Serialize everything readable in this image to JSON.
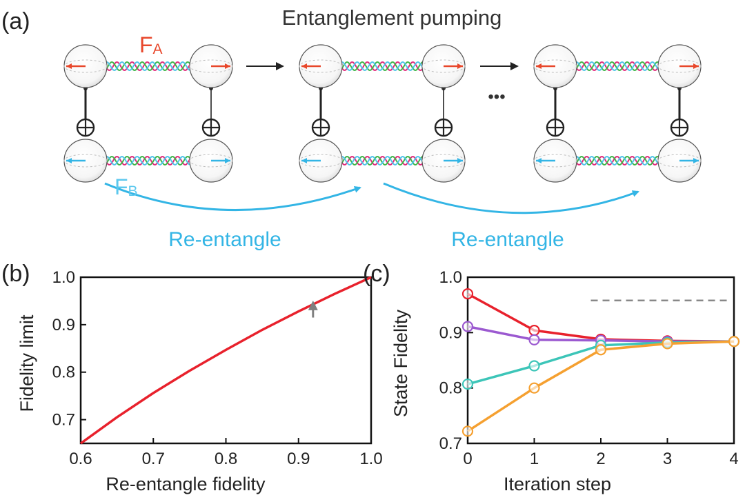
{
  "panel_a": {
    "label": "(a)",
    "title": "Entanglement pumping",
    "fa_main": "F",
    "fa_sub": "A",
    "fb_main": "F",
    "fb_sub": "B",
    "ellipsis": "•••",
    "reentangle": [
      "Re-entangle",
      "Re-entangle"
    ],
    "colors": {
      "red": "#e8472b",
      "blue": "#33b5e5",
      "helix": [
        "#e0287a",
        "#3fb548",
        "#4fc3e8"
      ]
    }
  },
  "chart_data": [
    {
      "panel": "(b)",
      "type": "line",
      "xlabel": "Re-entangle fidelity",
      "ylabel": "Fidelity limit",
      "xlim": [
        0.6,
        1.0
      ],
      "ylim": [
        0.65,
        1.0
      ],
      "xticks": [
        "0.6",
        "0.7",
        "0.8",
        "0.9",
        "1.0"
      ],
      "yticks": [
        "0.7",
        "0.8",
        "0.9",
        "1.0"
      ],
      "series": [
        {
          "x": [
            0.6,
            0.65,
            0.7,
            0.75,
            0.8,
            0.85,
            0.9,
            0.95,
            1.0
          ],
          "values": [
            0.65,
            0.705,
            0.756,
            0.803,
            0.847,
            0.889,
            0.928,
            0.965,
            1.0
          ],
          "color": "#e8212c"
        }
      ],
      "annotation": {
        "type": "arrow",
        "x": 0.92,
        "y_from": 0.915,
        "y_to": 0.945,
        "color": "#808080"
      }
    },
    {
      "panel": "(c)",
      "type": "line",
      "xlabel": "Iteration step",
      "ylabel": "State Fidelity",
      "xlim": [
        0,
        4
      ],
      "ylim": [
        0.7,
        1.0
      ],
      "categories": [
        "0",
        "1",
        "2",
        "3",
        "4"
      ],
      "xticks": [
        "0",
        "1",
        "2",
        "3",
        "4"
      ],
      "yticks": [
        "0.7",
        "0.8",
        "0.9",
        "1.0"
      ],
      "series": [
        {
          "color": "#e8212c",
          "values": [
            0.97,
            0.904,
            0.888,
            0.885,
            0.884
          ]
        },
        {
          "color": "#9b59d0",
          "values": [
            0.911,
            0.887,
            0.886,
            0.884,
            0.884
          ]
        },
        {
          "color": "#3cc5b8",
          "values": [
            0.807,
            0.84,
            0.877,
            0.882,
            0.884
          ]
        },
        {
          "color": "#f5a030",
          "values": [
            0.722,
            0.8,
            0.869,
            0.88,
            0.884
          ]
        }
      ],
      "reference_line": {
        "y": 0.958,
        "x_from": 1.85,
        "x_to": 4,
        "style": "dashed",
        "color": "#888888"
      }
    }
  ]
}
